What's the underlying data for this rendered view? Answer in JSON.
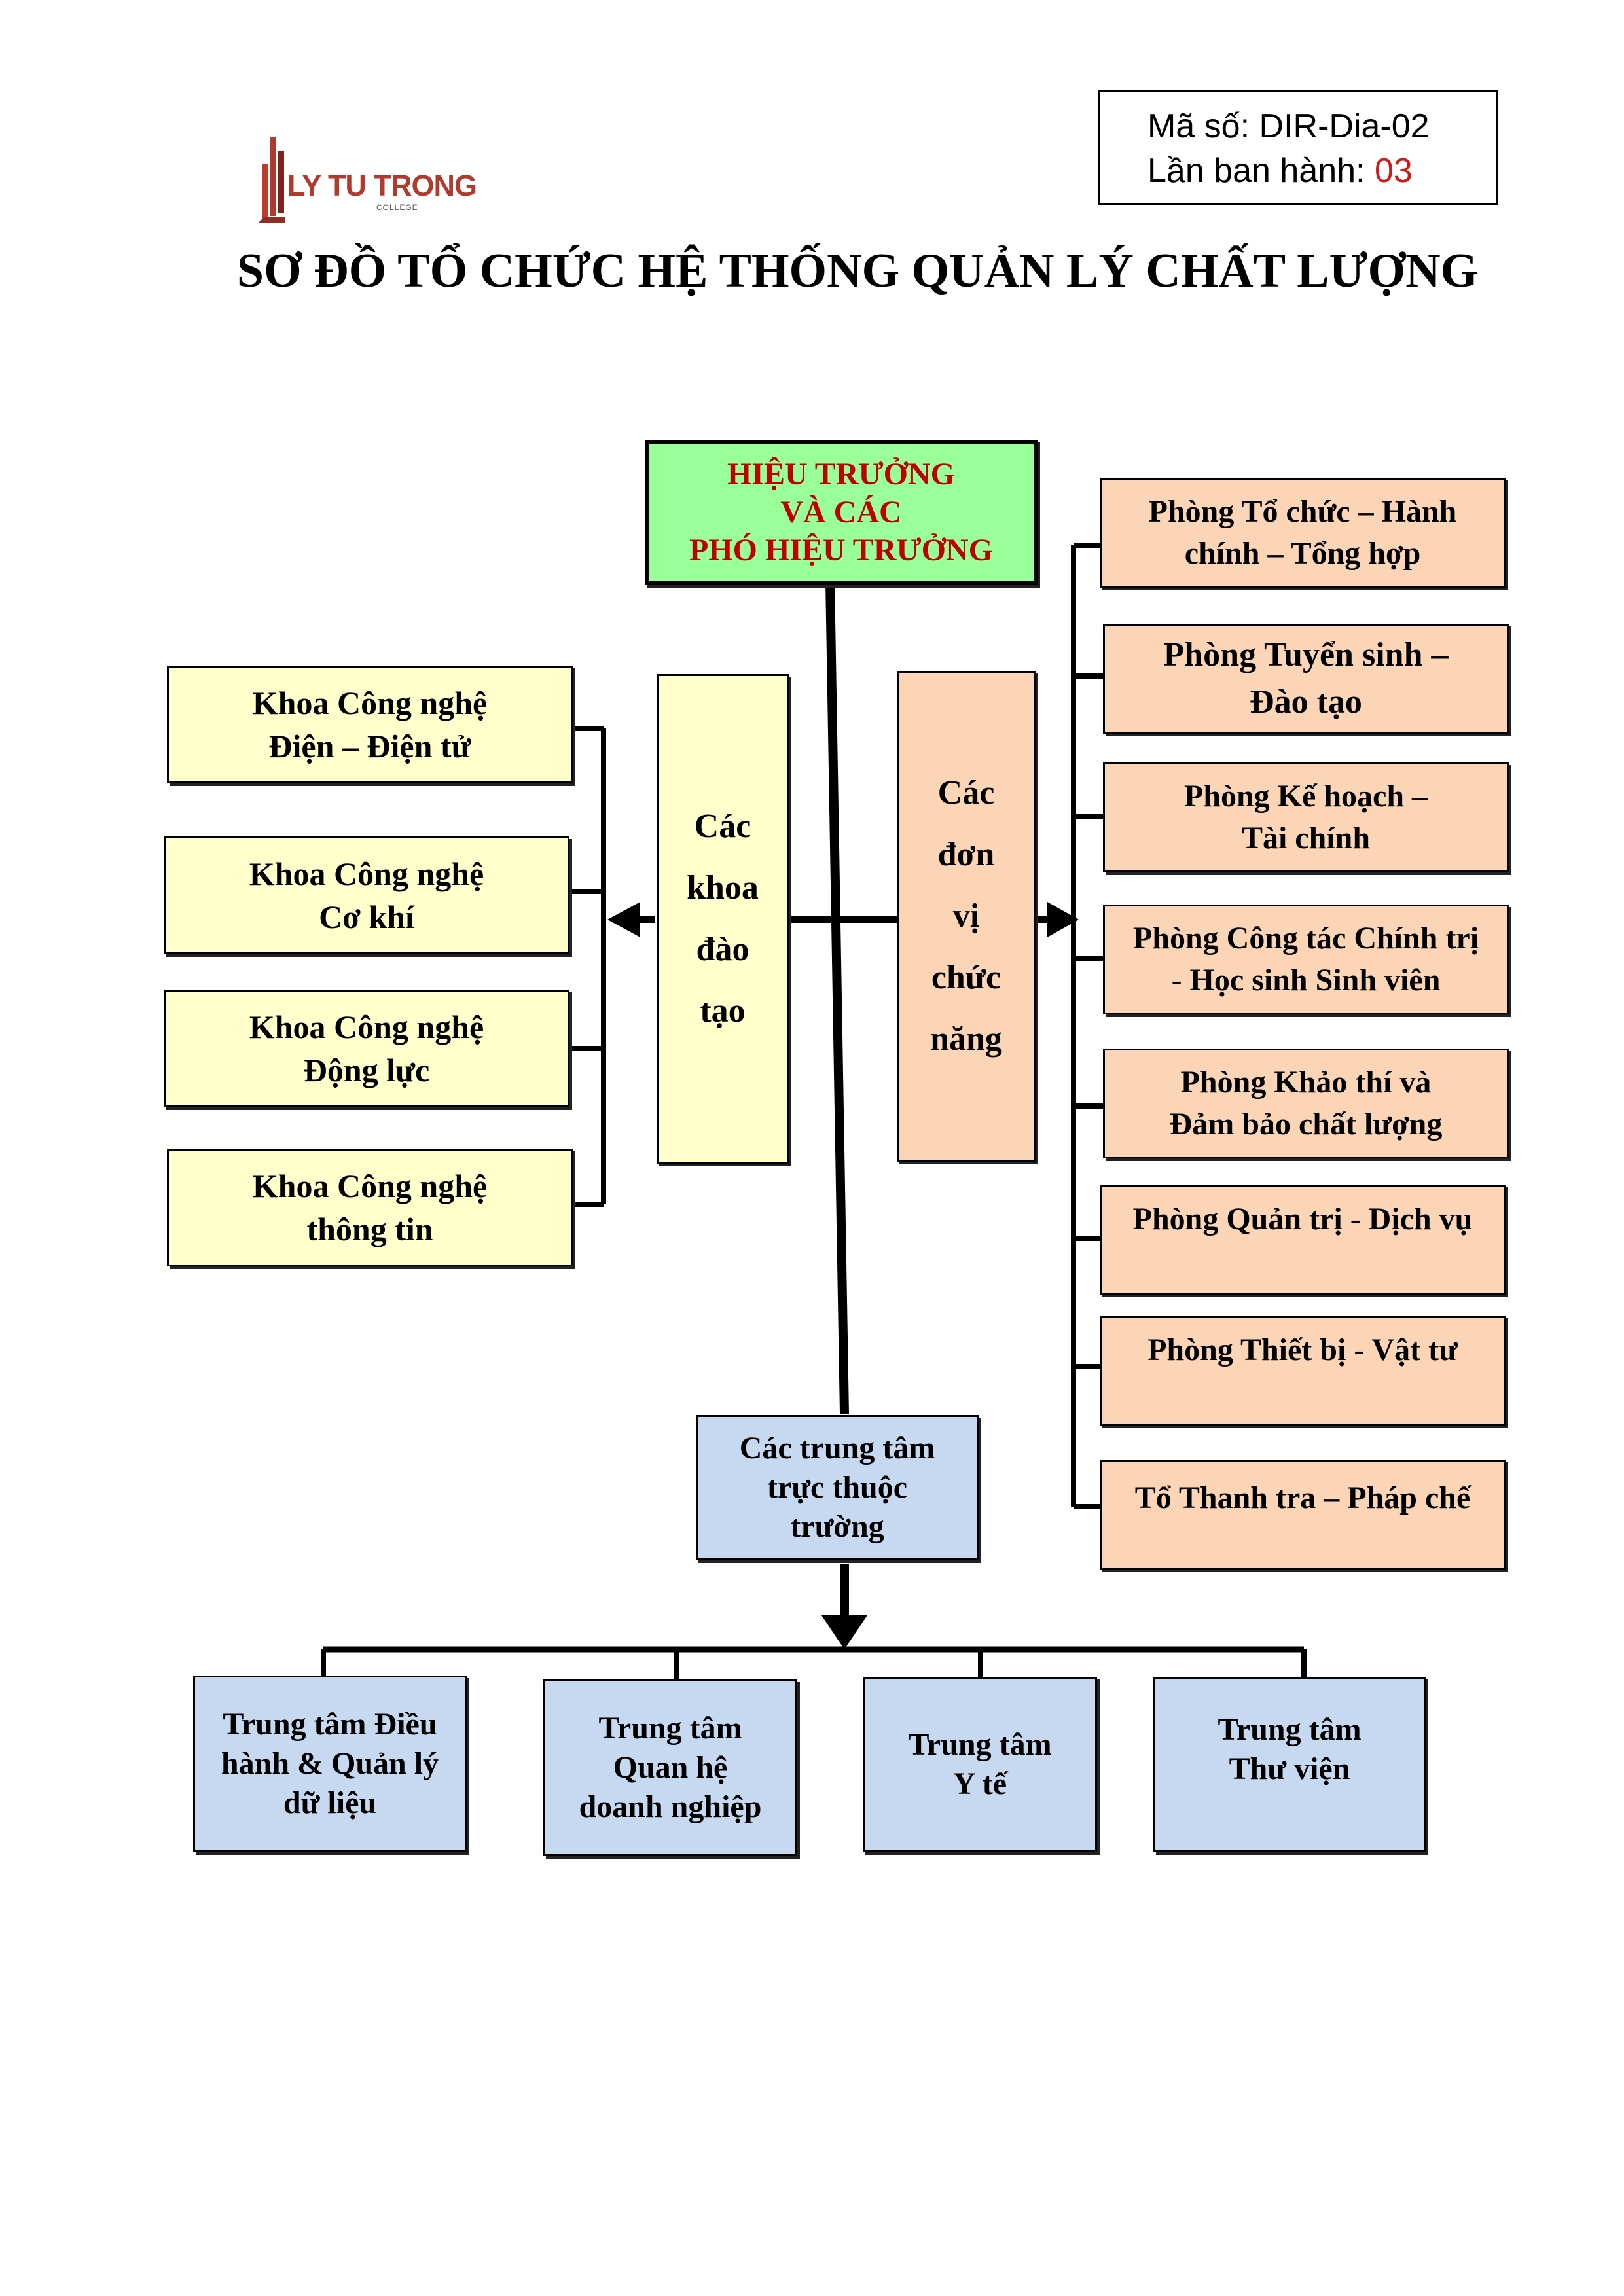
{
  "header": {
    "logo_text": "LY TU TRONG",
    "logo_sub": "COLLEGE",
    "doc_code_label": "Mã số:",
    "doc_code_value": "DIR-Dia-02",
    "edition_label": "Lần ban hành:",
    "edition_value": "03",
    "title": "SƠ ĐỒ TỔ CHỨC HỆ THỐNG QUẢN LÝ CHẤT LƯỢNG"
  },
  "colors": {
    "rector_fill": "#99ff99",
    "rector_text": "#c00000",
    "faculty_fill": "#ffffcc",
    "office_fill": "#fbd5b5",
    "center_fill": "#c6d9f0",
    "edition_value": "#d01818"
  },
  "rector": [
    "HIỆU TRƯỞNG",
    "VÀ CÁC",
    "PHÓ HIỆU TRƯỞNG"
  ],
  "faculties_group": [
    "Các",
    "khoa",
    "đào",
    "tạo"
  ],
  "functional_group": [
    "Các",
    "đơn",
    "vị",
    "chức",
    "năng"
  ],
  "faculties": [
    [
      "Khoa Công nghệ",
      "Điện – Điện tử"
    ],
    [
      "Khoa Công nghệ",
      "Cơ khí"
    ],
    [
      "Khoa Công nghệ",
      "Động lực"
    ],
    [
      "Khoa Công nghệ",
      "thông tin"
    ]
  ],
  "offices": [
    [
      "Phòng Tổ chức – Hành",
      "chính – Tổng hợp"
    ],
    [
      "Phòng Tuyển sinh –",
      "Đào tạo"
    ],
    [
      "Phòng Kế hoạch –",
      "Tài chính"
    ],
    [
      "Phòng Công tác Chính trị",
      "- Học sinh Sinh viên"
    ],
    [
      "Phòng Khảo thí và",
      "Đảm bảo chất lượng"
    ],
    [
      "Phòng Quản trị - Dịch vụ"
    ],
    [
      "Phòng Thiết bị - Vật tư"
    ],
    [
      "Tổ Thanh tra – Pháp chế"
    ]
  ],
  "centers_group": [
    "Các trung tâm",
    "trực thuộc",
    "trường"
  ],
  "centers": [
    [
      "Trung tâm Điều",
      "hành & Quản lý",
      "dữ liệu"
    ],
    [
      "Trung tâm",
      "Quan hệ",
      "doanh nghiệp"
    ],
    [
      "Trung tâm",
      "Y tế"
    ],
    [
      "Trung tâm",
      "Thư viện"
    ]
  ]
}
